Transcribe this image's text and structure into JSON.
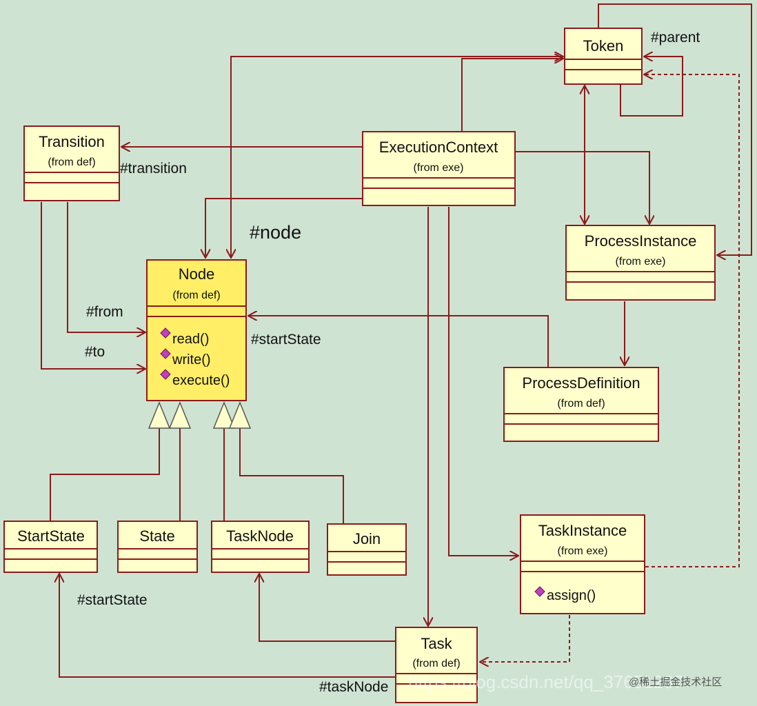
{
  "classes": {
    "token": {
      "name": "Token"
    },
    "transition": {
      "name": "Transition",
      "stereotype": "(from def)"
    },
    "execution_context": {
      "name": "ExecutionContext",
      "stereotype": "(from exe)"
    },
    "process_instance": {
      "name": "ProcessInstance",
      "stereotype": "(from exe)"
    },
    "node": {
      "name": "Node",
      "stereotype": "(from def)",
      "methods": [
        "read()",
        "write()",
        "execute()"
      ]
    },
    "process_definition": {
      "name": "ProcessDefinition",
      "stereotype": "(from def)"
    },
    "start_state": {
      "name": "StartState"
    },
    "state": {
      "name": "State"
    },
    "task_node": {
      "name": "TaskNode"
    },
    "join": {
      "name": "Join"
    },
    "task_instance": {
      "name": "TaskInstance",
      "stereotype": "(from exe)",
      "methods": [
        "assign()"
      ]
    },
    "task": {
      "name": "Task",
      "stereotype": "(from def)"
    }
  },
  "roles": {
    "parent": "#parent",
    "transition": "#transition",
    "node": "#node",
    "from": "#from",
    "to": "#to",
    "start_state_node": "#startState",
    "start_state_task": "#startState",
    "task_node": "#taskNode"
  },
  "watermark": {
    "url": "https://blog.csdn.net/qq_37651267",
    "community": "@稀土掘金技术社区"
  },
  "colors": {
    "background": "#cfe3d2",
    "class_fill": "#ffffcc",
    "highlight_fill": "#ffee66",
    "line": "#8b1a1a",
    "method_icon": "#c040c0"
  }
}
